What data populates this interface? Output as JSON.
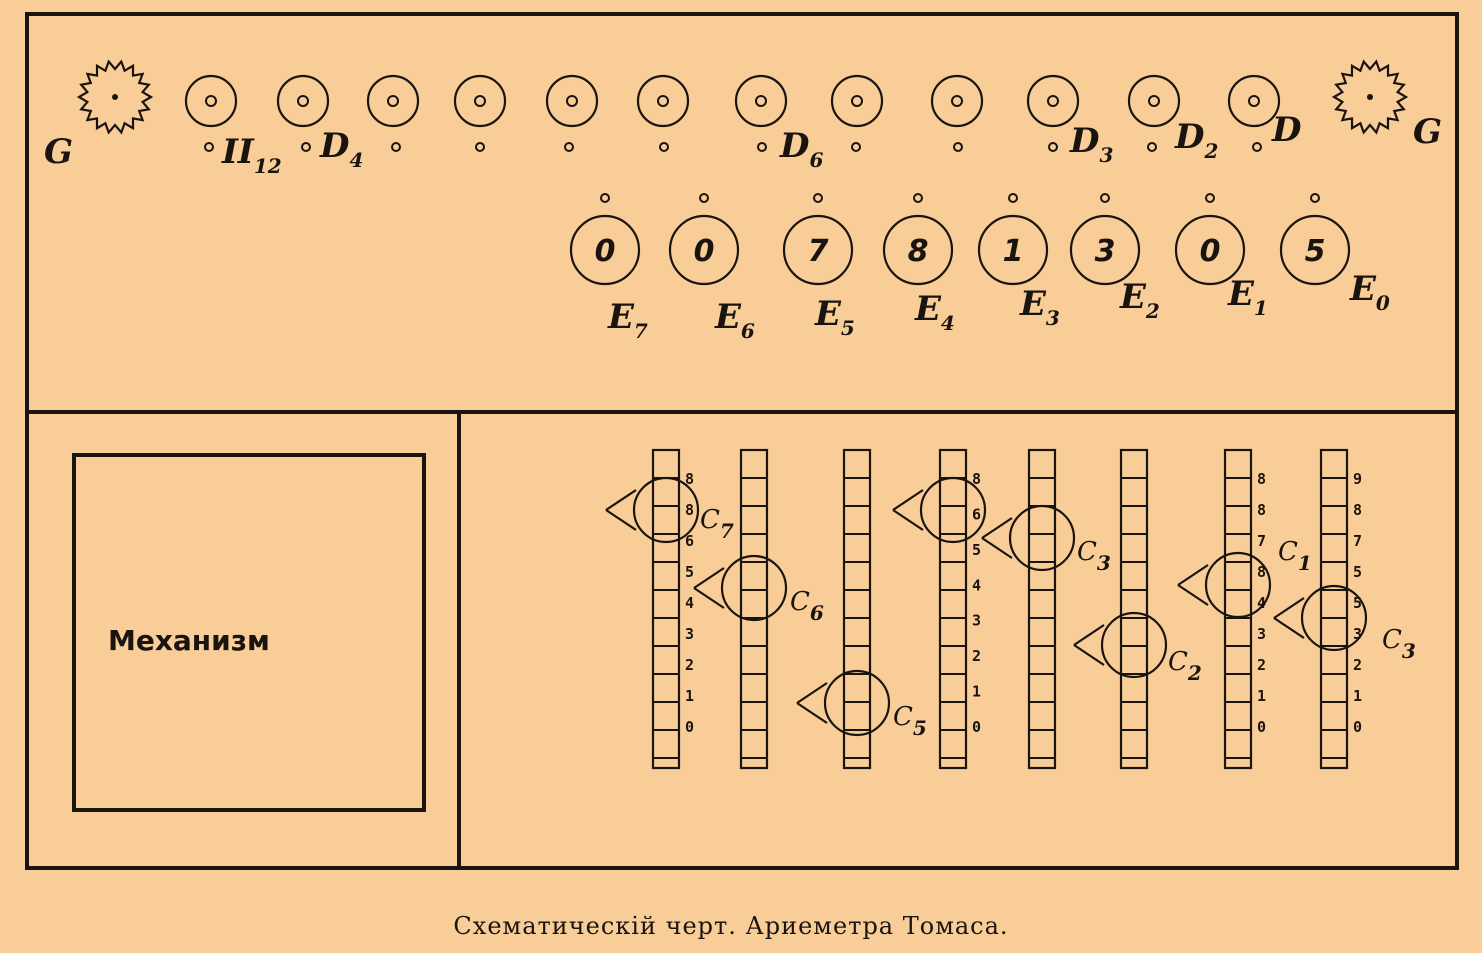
{
  "caption": "Схематическій черт. Ариеметра Томаса.",
  "mechanism_label": "Механизм",
  "gear_labels": {
    "left": "G",
    "right": "G"
  },
  "top_dial_labels": [
    {
      "main": "II",
      "sub": "12"
    },
    {
      "main": "D",
      "sub": "4"
    },
    {
      "main": "D",
      "sub": "6"
    },
    {
      "main": "D",
      "sub": "3"
    },
    {
      "main": "D",
      "sub": "2"
    },
    {
      "main": "D",
      "sub": ""
    }
  ],
  "result_dials": [
    {
      "label": "E",
      "sub": "7",
      "digit": "0"
    },
    {
      "label": "E",
      "sub": "6",
      "digit": "0"
    },
    {
      "label": "E",
      "sub": "5",
      "digit": "7"
    },
    {
      "label": "E",
      "sub": "4",
      "digit": "8"
    },
    {
      "label": "E",
      "sub": "3",
      "digit": "1"
    },
    {
      "label": "E",
      "sub": "2",
      "digit": "3"
    },
    {
      "label": "E",
      "sub": "1",
      "digit": "0"
    },
    {
      "label": "E",
      "sub": "0",
      "digit": "5"
    }
  ],
  "sliders": [
    {
      "label": "C",
      "sub": "7",
      "ticks": [
        "8",
        "8",
        "6",
        "5",
        "4",
        "3",
        "2",
        "1",
        "0"
      ]
    },
    {
      "label": "C",
      "sub": "6",
      "ticks": []
    },
    {
      "label": "C",
      "sub": "5",
      "ticks": []
    },
    {
      "label": "",
      "sub": "",
      "ticks": [
        "8",
        "6",
        "5",
        "4",
        "3",
        "2",
        "1",
        "0"
      ]
    },
    {
      "label": "C",
      "sub": "3",
      "ticks": []
    },
    {
      "label": "C",
      "sub": "2",
      "ticks": []
    },
    {
      "label": "C",
      "sub": "1",
      "ticks": [
        "8",
        "8",
        "7",
        "8",
        "4",
        "3",
        "2",
        "1",
        "0"
      ]
    },
    {
      "label": "C",
      "sub": "3",
      "ticks": [
        "9",
        "8",
        "7",
        "5",
        "5",
        "3",
        "2",
        "1",
        "0"
      ]
    }
  ]
}
